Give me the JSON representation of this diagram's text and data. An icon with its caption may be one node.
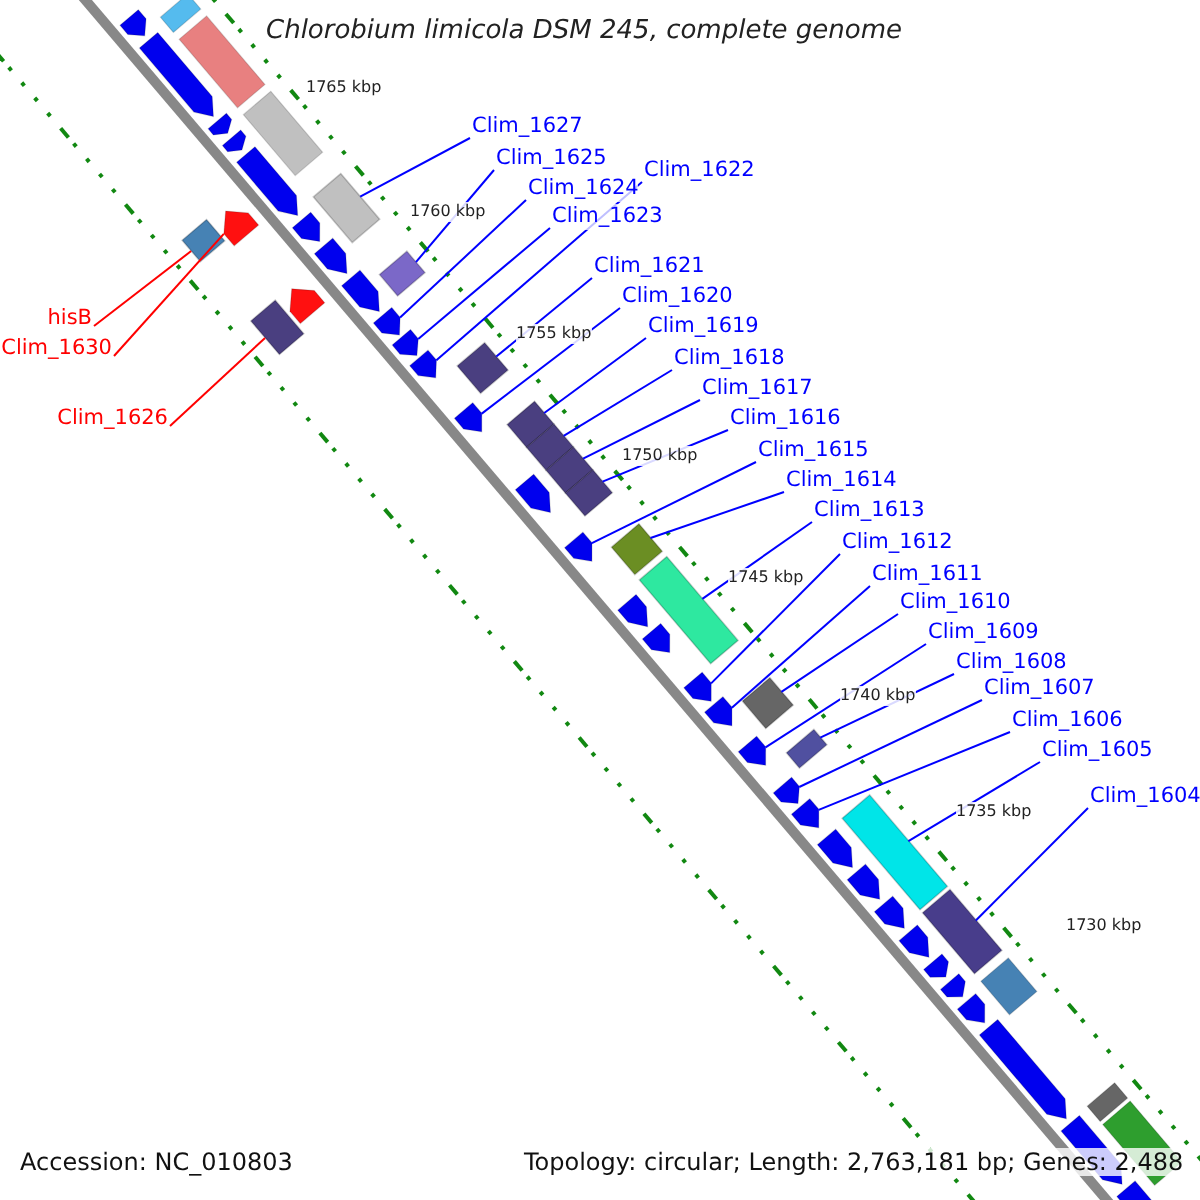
{
  "diagram": {
    "title": "Chlorobium limicola DSM 245, complete genome",
    "nodes": [
      {
        "text": [
          "Clim_1627"
        ]
      },
      {
        "text": [
          "Clim_1625"
        ]
      },
      {
        "text": [
          "Clim_1622"
        ]
      },
      {
        "text": [
          "Clim_1624"
        ]
      },
      {
        "text": [
          "Clim_1623"
        ]
      },
      {
        "text": [
          "Clim_1621"
        ]
      },
      {
        "text": [
          "Clim_1620"
        ]
      },
      {
        "text": [
          "Clim_1619"
        ]
      },
      {
        "text": [
          "Clim_1618"
        ]
      },
      {
        "text": [
          "Clim_1617"
        ]
      },
      {
        "text": [
          "Clim_1616"
        ]
      },
      {
        "text": [
          "Clim_1615"
        ]
      },
      {
        "text": [
          "Clim_1614"
        ]
      },
      {
        "text": [
          "Clim_1613"
        ]
      },
      {
        "text": [
          "Clim_1612"
        ]
      },
      {
        "text": [
          "Clim_1611"
        ]
      },
      {
        "text": [
          "Clim_1610"
        ]
      },
      {
        "text": [
          "Clim_1609"
        ]
      },
      {
        "text": [
          "Clim_1608"
        ]
      },
      {
        "text": [
          "Clim_1607"
        ]
      },
      {
        "text": [
          "Clim_1606"
        ]
      },
      {
        "text": [
          "Clim_1605"
        ]
      },
      {
        "text": [
          "Clim_1604"
        ]
      },
      {
        "text": [
          "hisB"
        ]
      },
      {
        "text": [
          "Clim_1630"
        ]
      },
      {
        "text": [
          "Clim_1626"
        ]
      },
      {
        "text": [],
        "shape": "bar"
      },
      {
        "text": [],
        "shape": "bar"
      },
      {
        "text": [],
        "shape": "bar"
      },
      {
        "text": [],
        "shape": "bar"
      },
      {
        "text": [],
        "shape": "bar"
      },
      {
        "text": [],
        "shape": "bar"
      },
      {
        "text": [],
        "shape": "bar"
      },
      {
        "text": [],
        "shape": "bar"
      },
      {
        "text": [],
        "shape": "bar"
      },
      {
        "text": [],
        "shape": "bar"
      },
      {
        "text": [],
        "shape": "bar"
      },
      {
        "text": [],
        "shape": "bar"
      },
      {
        "text": [],
        "shape": "bar"
      },
      {
        "text": [],
        "shape": "bar"
      },
      {
        "text": [],
        "shape": "bar"
      },
      {
        "text": [],
        "shape": "bar"
      },
      {
        "text": [],
        "shape": "bar"
      },
      {
        "text": [],
        "shape": "bar"
      },
      {
        "text": [],
        "shape": "bar"
      },
      {
        "text": [],
        "shape": "bar"
      },
      {
        "text": [],
        "shape": "bar"
      },
      {
        "text": [],
        "shape": "bar"
      },
      {
        "text": [],
        "shape": "bar"
      },
      {
        "text": [],
        "shape": "bar"
      },
      {
        "text": [],
        "shape": "bar"
      },
      {
        "text": [],
        "shape": "bar"
      }
    ],
    "edges": [
      {
        "from": 0,
        "to": 26,
        "arrow": "none"
      },
      {
        "from": 1,
        "to": 27,
        "arrow": "none"
      },
      {
        "from": 2,
        "to": 28,
        "arrow": "none"
      },
      {
        "from": 3,
        "to": 29,
        "arrow": "none"
      },
      {
        "from": 4,
        "to": 30,
        "arrow": "none"
      },
      {
        "from": 5,
        "to": 31,
        "arrow": "none"
      },
      {
        "from": 6,
        "to": 32,
        "arrow": "none"
      },
      {
        "from": 7,
        "to": 33,
        "arrow": "none"
      },
      {
        "from": 8,
        "to": 34,
        "arrow": "none"
      },
      {
        "from": 9,
        "to": 35,
        "arrow": "none"
      },
      {
        "from": 10,
        "to": 36,
        "arrow": "none"
      },
      {
        "from": 11,
        "to": 37,
        "arrow": "none"
      },
      {
        "from": 12,
        "to": 38,
        "arrow": "none"
      },
      {
        "from": 13,
        "to": 39,
        "arrow": "none"
      },
      {
        "from": 14,
        "to": 40,
        "arrow": "none"
      },
      {
        "from": 15,
        "to": 41,
        "arrow": "none"
      },
      {
        "from": 16,
        "to": 42,
        "arrow": "none"
      },
      {
        "from": 17,
        "to": 43,
        "arrow": "none"
      },
      {
        "from": 18,
        "to": 44,
        "arrow": "none"
      },
      {
        "from": 19,
        "to": 45,
        "arrow": "none"
      },
      {
        "from": 20,
        "to": 46,
        "arrow": "none"
      },
      {
        "from": 21,
        "to": 47,
        "arrow": "none"
      },
      {
        "from": 22,
        "to": 48,
        "arrow": "none"
      },
      {
        "from": 23,
        "to": 49,
        "arrow": "none",
        "color": "#ff0000"
      },
      {
        "from": 24,
        "to": 50,
        "arrow": "none",
        "color": "#ff0000"
      },
      {
        "from": 25,
        "to": 51,
        "arrow": "none",
        "color": "#ff0000"
      }
    ],
    "labels": [
      "1765 kbp",
      "1760 kbp",
      "1755 kbp",
      "1750 kbp",
      "1745 kbp",
      "1740 kbp",
      "1735 kbp",
      "1730 kbp",
      "Accession: NC_010803",
      "Topology: circular; Length: 2,763,181 bp; Genes: 2,488"
    ]
  }
}
